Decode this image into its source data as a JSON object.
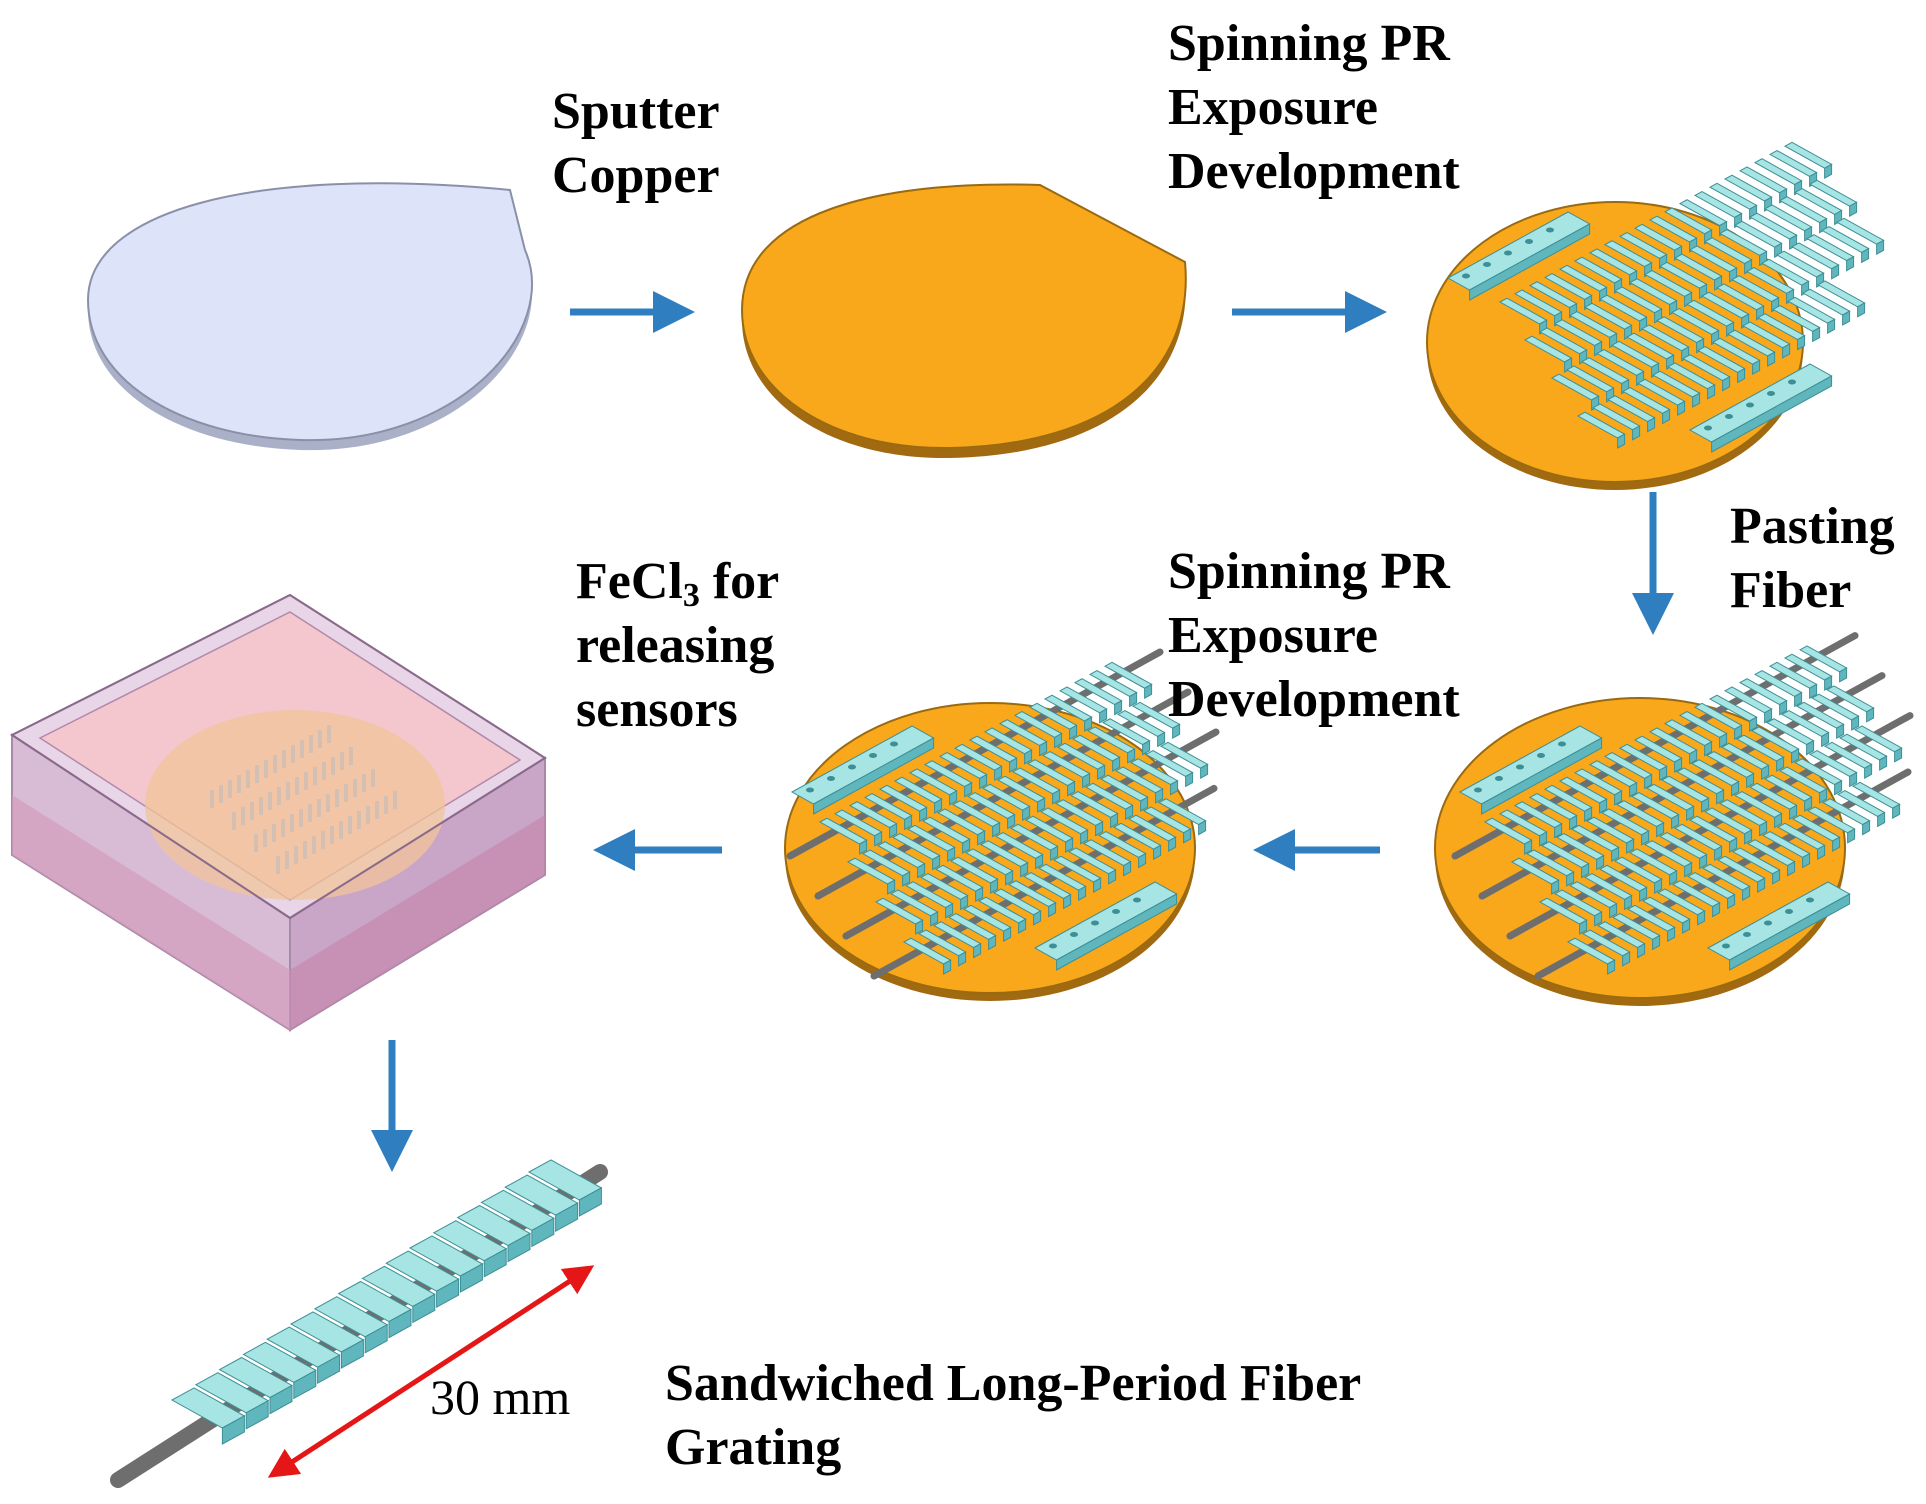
{
  "steps": {
    "sputter": {
      "line1": "Sputter",
      "line2": "Copper"
    },
    "pr_first": {
      "line1": "Spinning PR",
      "line2": "Exposure",
      "line3": "Development"
    },
    "pasting": {
      "line1": "Pasting",
      "line2": "Fiber"
    },
    "pr_second": {
      "line1": "Spinning PR",
      "line2": "Exposure",
      "line3": "Development"
    },
    "fecl3": {
      "formula_a": "FeCl",
      "formula_sub": "3",
      "formula_b": " for",
      "line2": "releasing",
      "line3": "sensors"
    },
    "result": {
      "line1": "Sandwiched Long-Period Fiber",
      "line2": "Grating"
    }
  },
  "dimension": {
    "length": "30 mm"
  },
  "colors": {
    "silicon_wafer": "#dde3f8",
    "copper": "#f8a81a",
    "photoresist": "#a7e4e4",
    "photoresist_side": "#5fb6bc",
    "fiber": "#6e6e6e",
    "flow_arrow": "#2f7fc0",
    "dimension_arrow": "#e41616",
    "etch_tank": "#c9a5c8"
  },
  "icons": {
    "flow_arrow": "right-arrow / left-arrow / down-arrow",
    "dimension": "double-headed-arrow"
  }
}
